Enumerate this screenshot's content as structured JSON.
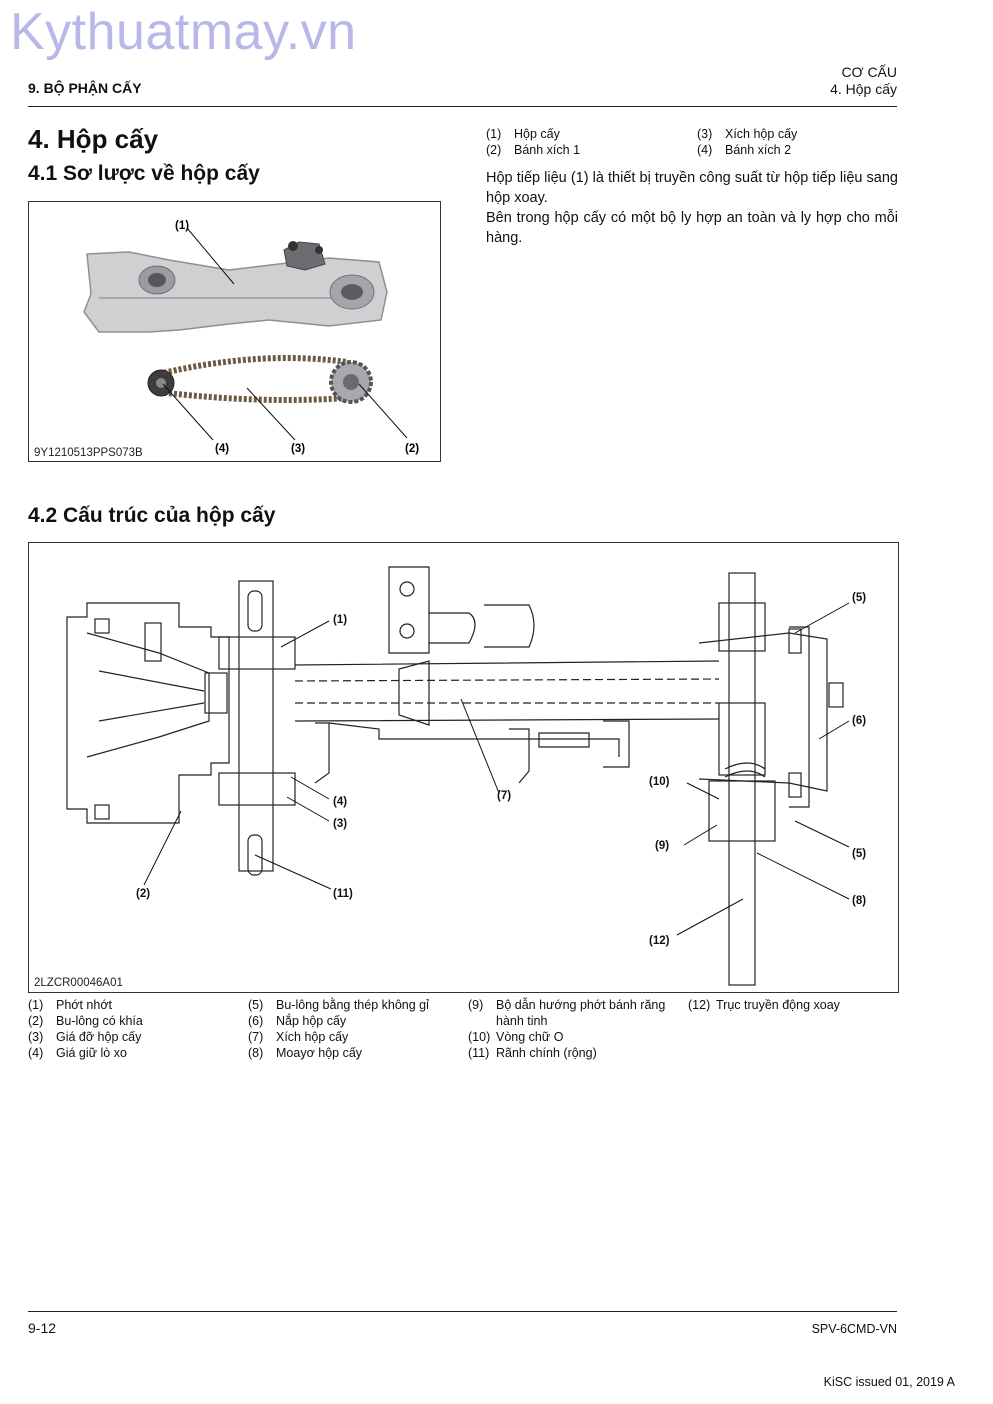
{
  "watermark": "Kythuatmay.vn",
  "header": {
    "chapter": "9. BỘ PHẬN CẤY",
    "right_top": "CƠ CẤU",
    "right_bottom": "4. Hộp cấy"
  },
  "section_title": "4. Hộp cấy",
  "sub1_title": "4.1 Sơ lược về hộp cấy",
  "photo": {
    "code": "9Y1210513PPS073B",
    "callouts": [
      "(1)",
      "(4)",
      "(3)",
      "(2)"
    ]
  },
  "legend1": [
    {
      "num": "(1)",
      "label": "Hộp cấy"
    },
    {
      "num": "(2)",
      "label": "Bánh xích 1"
    },
    {
      "num": "(3)",
      "label": "Xích hộp cấy"
    },
    {
      "num": "(4)",
      "label": "Bánh xích 2"
    }
  ],
  "description": [
    "Hộp tiếp liệu (1) là thiết bị truyền công suất từ hộp tiếp liệu sang hộp xoay.",
    "Bên trong hộp cấy có một bộ ly hợp an toàn và ly hợp cho mỗi hàng."
  ],
  "sub2_title": "4.2 Cấu trúc của hộp cấy",
  "diagram": {
    "code": "2LZCR00046A01",
    "callouts": [
      "(1)",
      "(2)",
      "(3)",
      "(4)",
      "(5)",
      "(5)",
      "(6)",
      "(7)",
      "(8)",
      "(9)",
      "(10)",
      "(11)",
      "(12)"
    ]
  },
  "legend2": [
    {
      "num": "(1)",
      "label": "Phớt nhớt"
    },
    {
      "num": "(2)",
      "label": "Bu-lông có khía"
    },
    {
      "num": "(3)",
      "label": "Giá đỡ hộp cấy"
    },
    {
      "num": "(4)",
      "label": "Giá giữ lò xo"
    },
    {
      "num": "(5)",
      "label": "Bu-lông bằng thép không gỉ"
    },
    {
      "num": "(6)",
      "label": "Nắp hộp cấy"
    },
    {
      "num": "(7)",
      "label": "Xích hộp cấy"
    },
    {
      "num": "(8)",
      "label": "Moayơ hộp cấy"
    },
    {
      "num": "(9)",
      "label": "Bộ dẫn hướng phớt bánh răng hành tinh"
    },
    {
      "num": "(10)",
      "label": "Vòng chữ O"
    },
    {
      "num": "(11)",
      "label": "Rãnh chính (rộng)"
    },
    {
      "num": "(12)",
      "label": "Trục truyền động xoay"
    }
  ],
  "footer": {
    "page": "9-12",
    "doc": "SPV-6CMD-VN",
    "issued": "KiSC issued 01, 2019 A"
  }
}
